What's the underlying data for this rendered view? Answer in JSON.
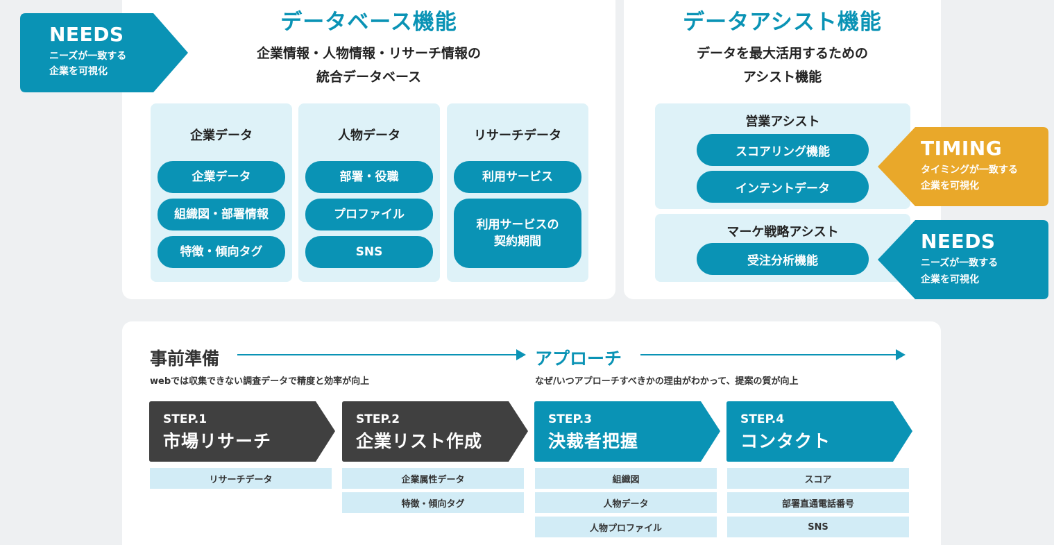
{
  "database": {
    "title": "データベース機能",
    "subtitle_line1": "企業情報・人物情報・リサーチ情報の",
    "subtitle_line2": "統合データベース",
    "columns": [
      {
        "title": "企業データ",
        "items": [
          "企業データ",
          "組織図・部署情報",
          "特徴・傾向タグ"
        ]
      },
      {
        "title": "人物データ",
        "items": [
          "部署・役職",
          "プロファイル",
          "SNS"
        ]
      },
      {
        "title": "リサーチデータ",
        "items": [
          "利用サービス",
          "利用サービスの",
          "契約期間"
        ]
      }
    ]
  },
  "assist": {
    "title": "データアシスト機能",
    "subtitle_line1": "データを最大活用するための",
    "subtitle_line2": "アシスト機能",
    "sales": {
      "title": "営業アシスト",
      "items": [
        "スコアリング機能",
        "インテントデータ"
      ]
    },
    "marketing": {
      "title": "マーケ戦略アシスト",
      "items": [
        "受注分析機能"
      ]
    }
  },
  "tags": {
    "needs_left": {
      "big": "NEEDS",
      "line1": "ニーズが一致する",
      "line2": "企業を可視化"
    },
    "timing": {
      "big": "TIMING",
      "line1": "タイミングが一致する",
      "line2": "企業を可視化"
    },
    "needs_right": {
      "big": "NEEDS",
      "line1": "ニーズが一致する",
      "line2": "企業を可視化"
    }
  },
  "flow": {
    "prep": {
      "title": "事前準備",
      "desc": "webでは収集できない調査データで精度と効率が向上"
    },
    "approach": {
      "title": "アプローチ",
      "desc": "なぜ/いつアプローチすべきかの理由がわかって、提案の質が向上"
    },
    "steps": [
      {
        "label": "STEP.1",
        "name": "市場リサーチ",
        "items": [
          "リサーチデータ"
        ]
      },
      {
        "label": "STEP.2",
        "name": "企業リスト作成",
        "items": [
          "企業属性データ",
          "特徴・傾向タグ"
        ]
      },
      {
        "label": "STEP.3",
        "name": "決裁者把握",
        "items": [
          "組織図",
          "人物データ",
          "人物プロファイル"
        ]
      },
      {
        "label": "STEP.4",
        "name": "コンタクト",
        "items": [
          "スコア",
          "部署直通電話番号",
          "SNS"
        ]
      }
    ]
  },
  "colors": {
    "teal": "#0a93b5",
    "light_teal": "#def2f8",
    "dark": "#404040",
    "orange": "#e9a82a",
    "item_bg": "#d2ecf6"
  }
}
